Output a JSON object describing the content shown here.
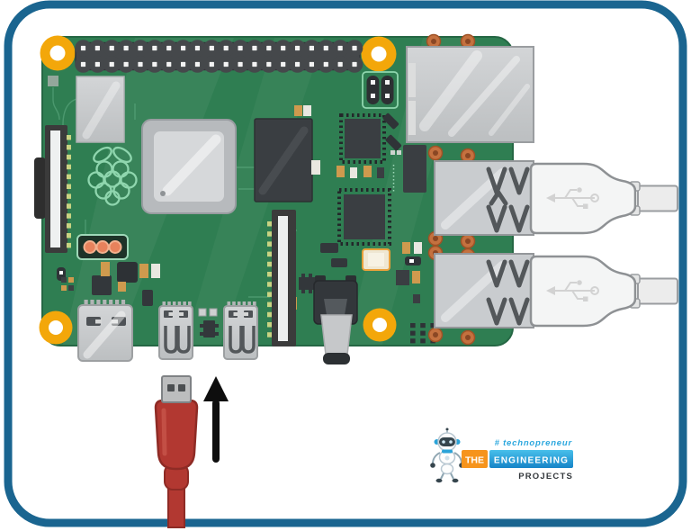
{
  "branding": {
    "tagline": "# technopreneur",
    "name_the": "THE",
    "name_engineering": "ENGINEERING",
    "name_projects": "PROJECTS"
  },
  "illustration": {
    "subject": "Raspberry Pi single-board computer, top view, inside rounded teal frame",
    "depicted_action": "Red cable plug below the board being inserted upward into the left micro-HDMI port, indicated by a black upward arrow",
    "connected_cables": [
      "White USB cable plugged into upper right USB port",
      "White USB cable plugged into lower right USB port",
      "Red cable approaching micro-HDMI port from below"
    ],
    "board_features": [
      "40-pin GPIO header",
      "PoE header",
      "Wireless module",
      "Main SoC chip",
      "RAM chip",
      "Controller chips",
      "DSI display connector",
      "CSI camera connector",
      "Ethernet port",
      "Two USB ports",
      "USB-C power port",
      "Two micro-HDMI ports",
      "3.5mm audio jack",
      "Four gold mounting holes",
      "RUN header with three pads"
    ]
  },
  "colors": {
    "frame_border": "#1a6590",
    "pcb_green": "#2f7e52",
    "trace_green": "#63af85",
    "mounting_hole_gold": "#f3a70a",
    "cable_red": "#b23831",
    "arrow_black": "#0e0e0e",
    "metal_gray": "#c9cccf",
    "logo_orange": "#f6941d",
    "logo_blue_light": "#48bfeb",
    "logo_blue_dark": "#1583c7",
    "tagline_blue": "#2ba7de"
  }
}
